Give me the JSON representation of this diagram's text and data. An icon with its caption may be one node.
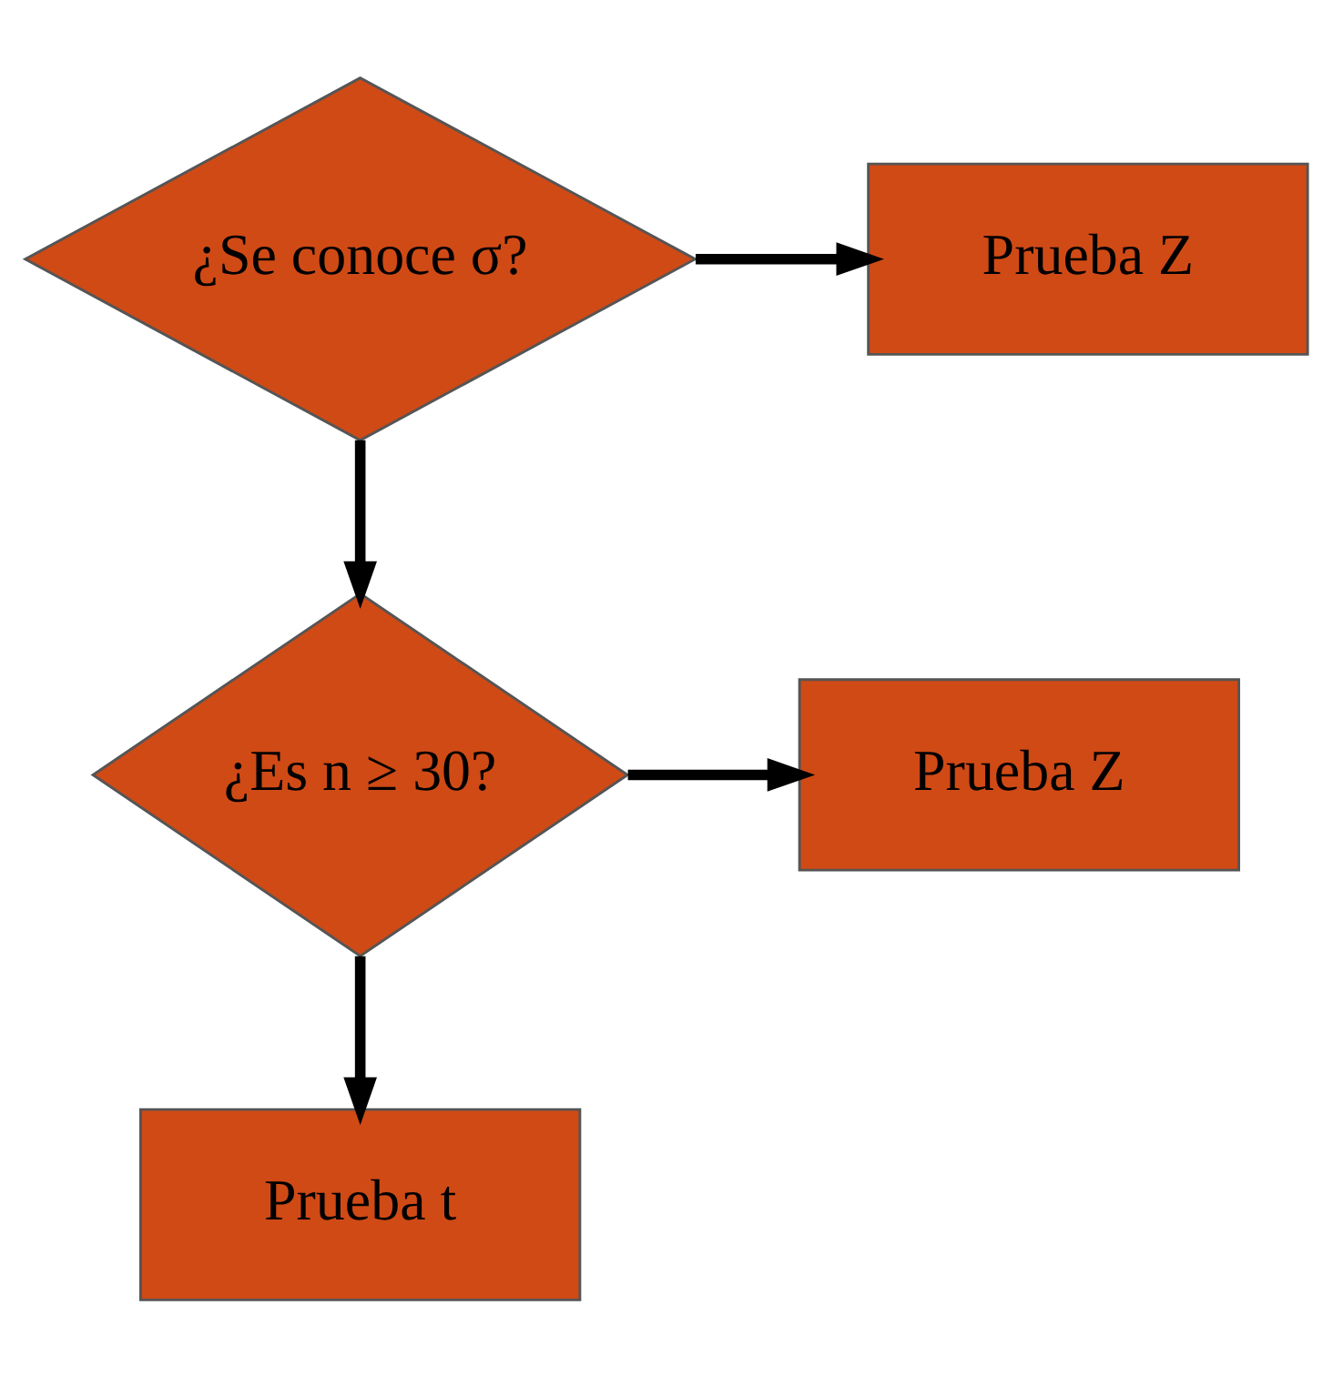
{
  "diagram": {
    "nodes": [
      {
        "text": [
          "¿Se conoce σ?"
        ]
      },
      {
        "text": [
          "Prueba Z"
        ]
      },
      {
        "text": [
          "¿Es n ≥ 30?"
        ]
      },
      {
        "text": [
          "Prueba Z"
        ]
      },
      {
        "text": [
          "Prueba t"
        ]
      }
    ],
    "edges": [
      {
        "from": 0,
        "to": 1,
        "arrow": "to"
      },
      {
        "from": 0,
        "to": 2,
        "arrow": "to"
      },
      {
        "from": 2,
        "to": 3,
        "arrow": "to"
      },
      {
        "from": 2,
        "to": 4,
        "arrow": "to"
      }
    ]
  }
}
